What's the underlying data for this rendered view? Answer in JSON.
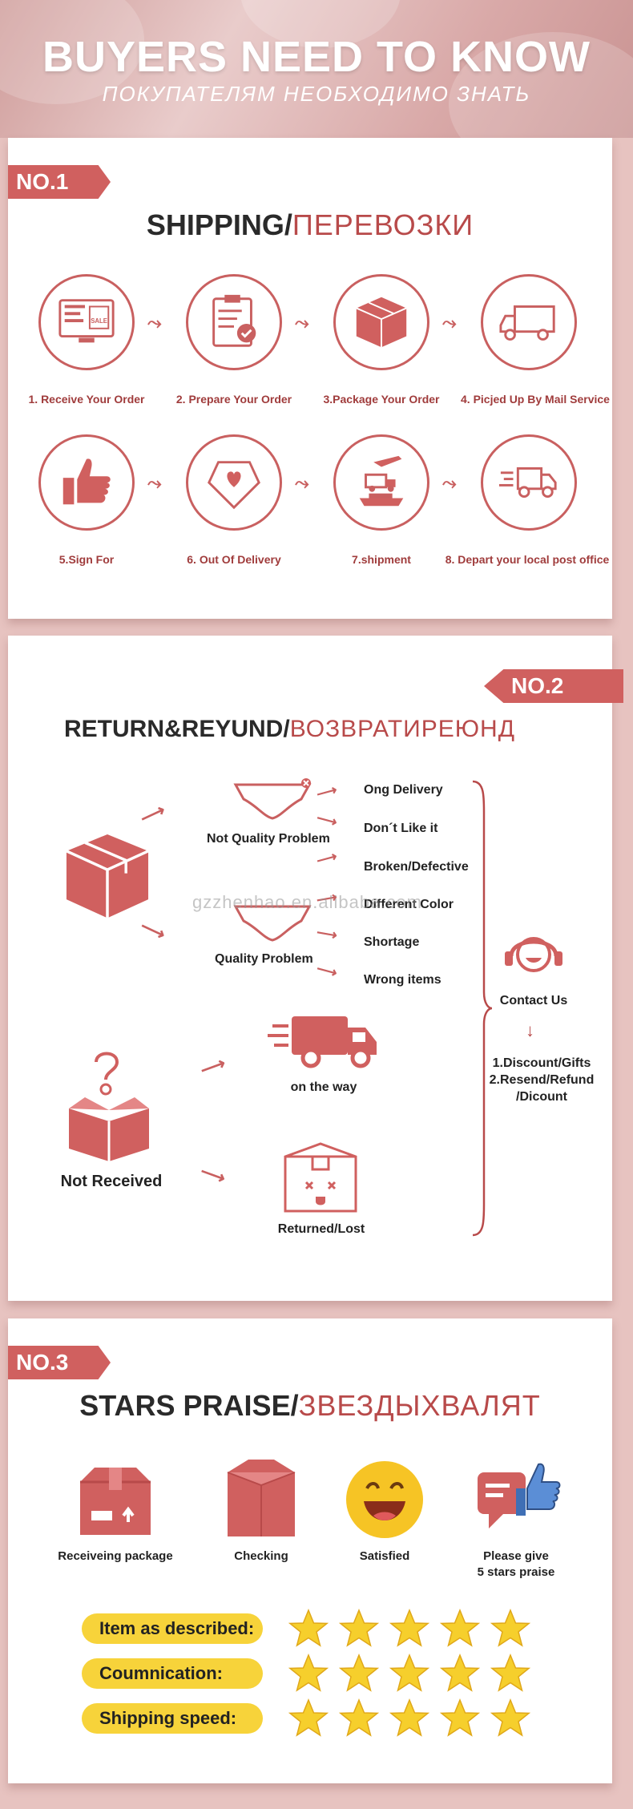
{
  "banner": {
    "title": "BUYERS NEED TO KNOW",
    "subtitle": "ПОКУПАТЕЛЯМ НЕОБХОДИМО ЗНАТЬ"
  },
  "section1": {
    "tag": "NO.1",
    "title": "SHIPPING/",
    "title_ru": "ПЕРЕВОЗКИ",
    "steps_row1": [
      "1. Receive Your Order",
      "2. Prepare Your Order",
      "3.Package Your Order",
      "4. Picjed Up By Mail Service"
    ],
    "steps_row2": [
      "5.Sign For",
      "6. Out Of Delivery",
      "7.shipment",
      "8. Depart your local post office"
    ],
    "sale_text": "SALE"
  },
  "section2": {
    "tag": "NO.2",
    "title": "RETURN&REYUND/",
    "title_ru": "ВОЗВРАТИРЕЮНД",
    "not_quality": "Not Quality Problem",
    "quality": "Quality Problem",
    "reasons": [
      "Ong Delivery",
      "Don´t Like it",
      "Broken/Defective",
      "Different Color",
      "Shortage",
      "Wrong items"
    ],
    "contact": "Contact Us",
    "solutions": [
      "1.Discount/Gifts",
      "2.Resend/Refund",
      "/Dicount"
    ],
    "not_received": "Not Received",
    "on_the_way": "on the way",
    "returned_lost": "Returned/Lost",
    "watermark": "gzzhenhao.en.alibaba.com"
  },
  "section3": {
    "tag": "NO.3",
    "title": "STARS PRAISE/",
    "title_ru": "ЗВЕЗДЫХВАЛЯТ",
    "icons": [
      "Receiveing package",
      "Checking",
      "Satisfied",
      "Please give"
    ],
    "icon4_line2": "5 stars praise",
    "ratings": [
      {
        "label": "Item as described:",
        "stars": 5
      },
      {
        "label": "Coumnication:",
        "stars": 5
      },
      {
        "label": "Shipping speed:",
        "stars": 5
      }
    ]
  },
  "colors": {
    "accent": "#d0605f",
    "dark_red": "#a03c3c",
    "yellow": "#f7d33a",
    "star": "#f6cf2c"
  }
}
